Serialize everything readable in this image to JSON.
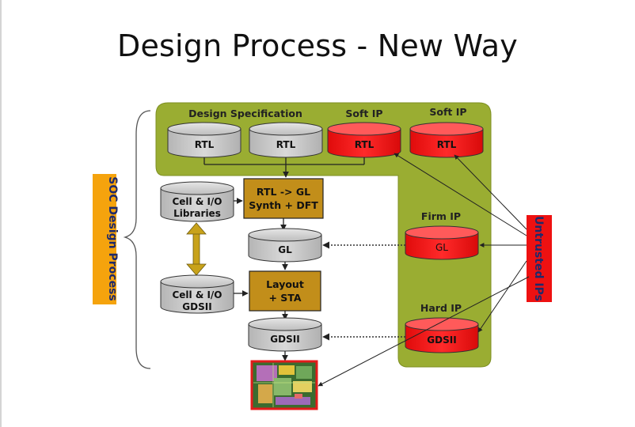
{
  "slide": {
    "title": "Design Process - New Way"
  },
  "diagram": {
    "side_label": "SOC Design Process",
    "untrusted_label": "Untrusted IPs",
    "top_labels": {
      "design_spec": "Design Specification",
      "soft_ip_1": "Soft IP",
      "soft_ip_2": "Soft IP",
      "firm_ip": "Firm IP",
      "hard_ip": "Hard IP"
    },
    "cylinders": {
      "rtl_1": "RTL",
      "rtl_2": "RTL",
      "rtl_soft_1": "RTL",
      "rtl_soft_2": "RTL",
      "cell_lib_line1": "Cell & I/O",
      "cell_lib_line2": "Libraries",
      "gl": "GL",
      "firm_gl": "GL",
      "cell_gdsii_line1": "Cell & I/O",
      "cell_gdsii_line2": "GDSII",
      "gdsii": "GDSII",
      "hard_gdsii": "GDSII"
    },
    "process_boxes": {
      "synth_line1": "RTL -> GL",
      "synth_line2": "Synth + DFT",
      "layout_line1": "Layout",
      "layout_line2": "+ STA"
    },
    "colors": {
      "green_panel": "#9aad32",
      "gray_cylinder": "#c8c8c8",
      "red_cylinder": "#ee1111",
      "process_box": "#c28e1a",
      "orange_label": "#f5a30d",
      "untrusted_red": "#ee1111",
      "chip_border": "#e21b1b"
    }
  }
}
